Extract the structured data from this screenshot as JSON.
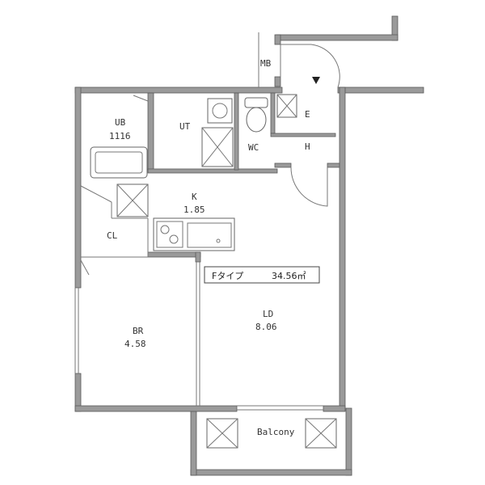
{
  "plan": {
    "type_label": "Fタイプ",
    "area": "34.56㎡",
    "rooms": {
      "mb": "MB",
      "ub": "UB",
      "ub_size": "1116",
      "ut": "UT",
      "wc": "WC",
      "e": "E",
      "h": "H",
      "k": "K",
      "k_size": "1.85",
      "cl": "CL",
      "ld": "LD",
      "ld_size": "8.06",
      "br": "BR",
      "br_size": "4.58",
      "balcony": "Balcony"
    }
  },
  "colors": {
    "wall": "#9a9a9a",
    "line": "#777777"
  }
}
